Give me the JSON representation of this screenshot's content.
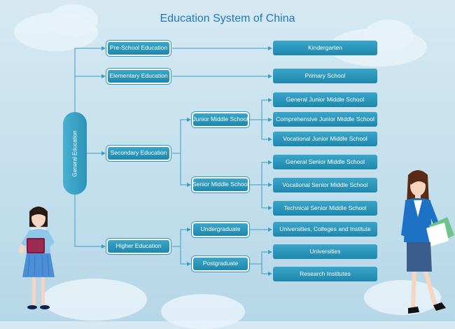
{
  "diagram": {
    "title": "Education System of China",
    "root": "General Education",
    "level1": {
      "preschool": "Pre-School Education",
      "elementary": "Elementary Education",
      "secondary": "Secondary Education",
      "higher": "Higher Education"
    },
    "level2": {
      "junior": "Junior Middle School",
      "senior": "Senior Middle School",
      "undergraduate": "Undergraduate",
      "postgraduate": "Postgraduate"
    },
    "leaves": {
      "kindergarten": "Kindergarten",
      "primary": "Primary School",
      "general_junior": "General Junior Middle School",
      "comprehensive_junior": "Comprehensive Junior Middle School",
      "vocational_junior": "Vocational Junior Middle School",
      "general_senior": "General Senior Middle School",
      "vocational_senior": "Vocational Senior Middle School",
      "technical_senior": "Technical Senior Middle School",
      "universities_colleges": "Universities, Colleges and Institute",
      "universities": "Universities",
      "research": "Research Institutes"
    },
    "colors": {
      "node": "#2b97bd",
      "line": "#3a9fc4",
      "title": "#2178b8",
      "background": "#cfe5f0"
    },
    "illustrations": [
      "girl-student-figure",
      "female-teacher-figure"
    ]
  }
}
